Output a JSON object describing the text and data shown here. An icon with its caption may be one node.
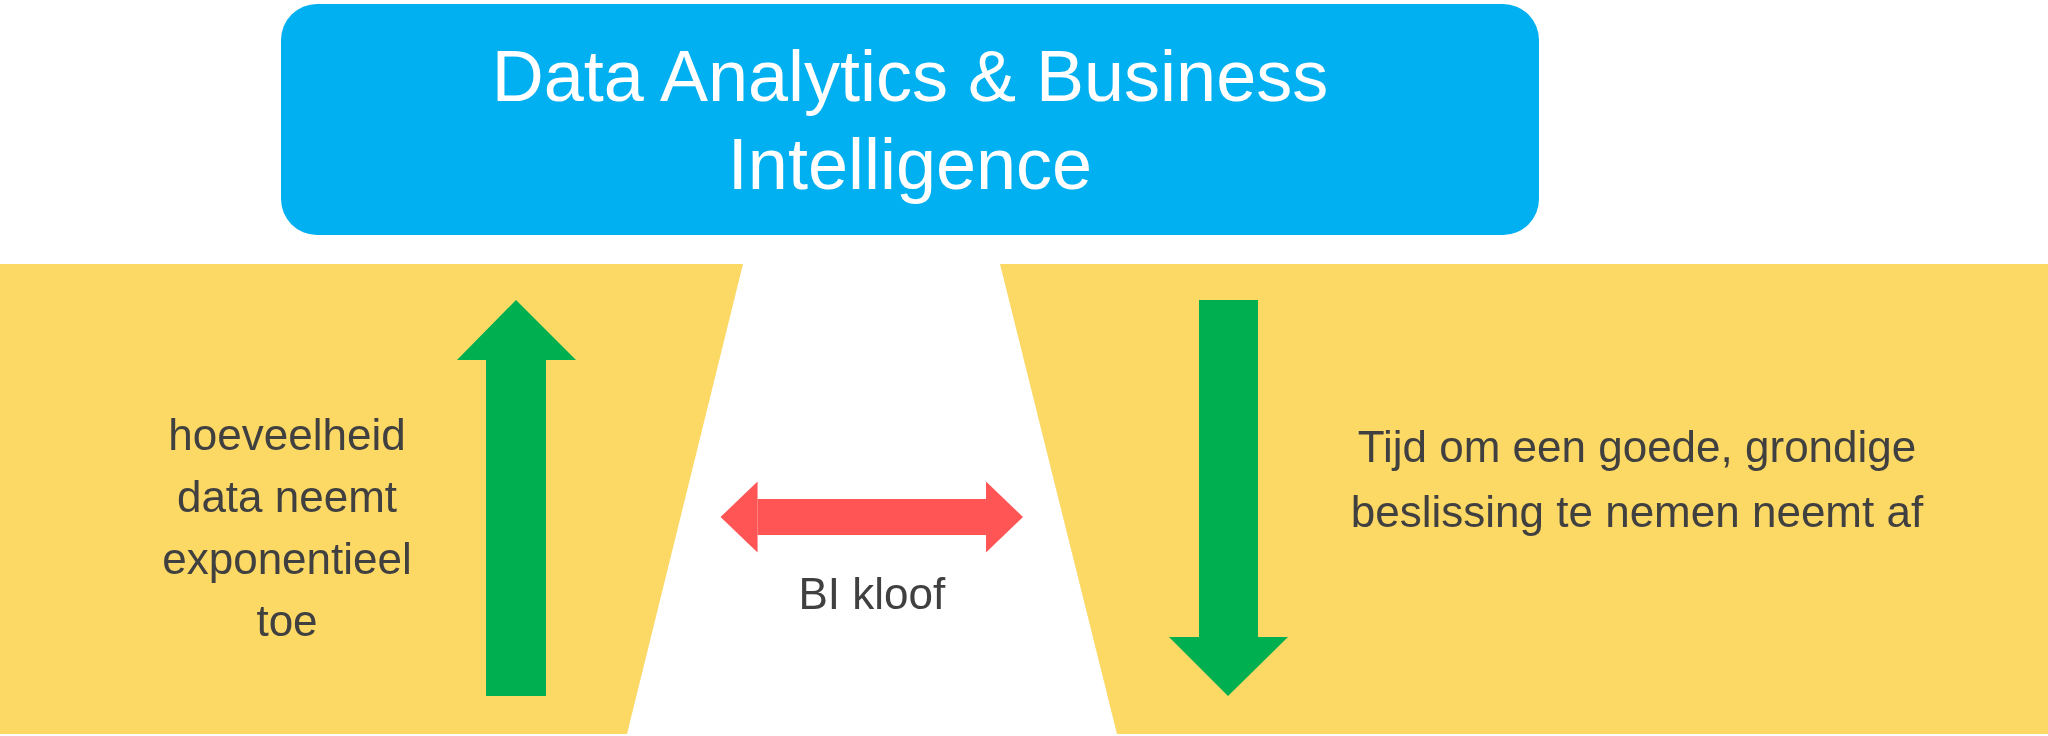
{
  "diagram": {
    "nodes": [
      {
        "text": [
          "Data Analytics & Business Intelligence"
        ]
      },
      {
        "text": [
          "hoeveelheid data neemt exponentieel toe"
        ]
      },
      {
        "text": [
          "Tijd om een goede, grondige beslissing te nemen neemt af"
        ]
      }
    ],
    "edges": [
      {
        "from": 1,
        "to": 2,
        "arrow": "both",
        "label": "BI kloof",
        "color": "#ff5555"
      }
    ]
  }
}
